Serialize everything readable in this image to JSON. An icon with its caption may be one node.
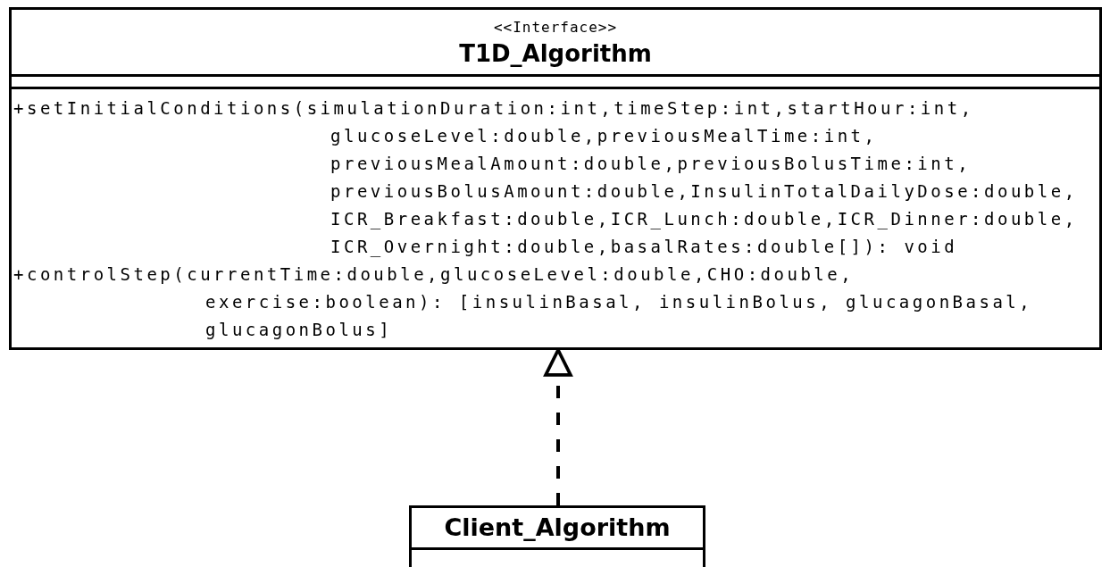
{
  "diagram": {
    "nodes": [
      {
        "text": [
          "<<Interface>>",
          "T1D_Algorithm",
          "+setInitialConditions(simulationDuration:int,timeStep:int,startHour:int, glucoseLevel:double,previousMealTime:int, previousMealAmount:double,previousBolusTime:int, previousBolusAmount:double,InsulinTotalDailyDose:double, ICR_Breakfast:double,ICR_Lunch:double,ICR_Dinner:double, ICR_Overnight:double,basalRates:double[]): void",
          "+controlStep(currentTime:double,glucoseLevel:double,CHO:double, exercise:boolean): [insulinBasal, insulinBolus, glucagonBasal, glucagonBolus]"
        ]
      },
      {
        "text": [
          "Client_Algorithm"
        ]
      }
    ],
    "edges": [
      {
        "from": 1,
        "to": 0,
        "arrow": "to",
        "style": "dashed"
      }
    ]
  }
}
